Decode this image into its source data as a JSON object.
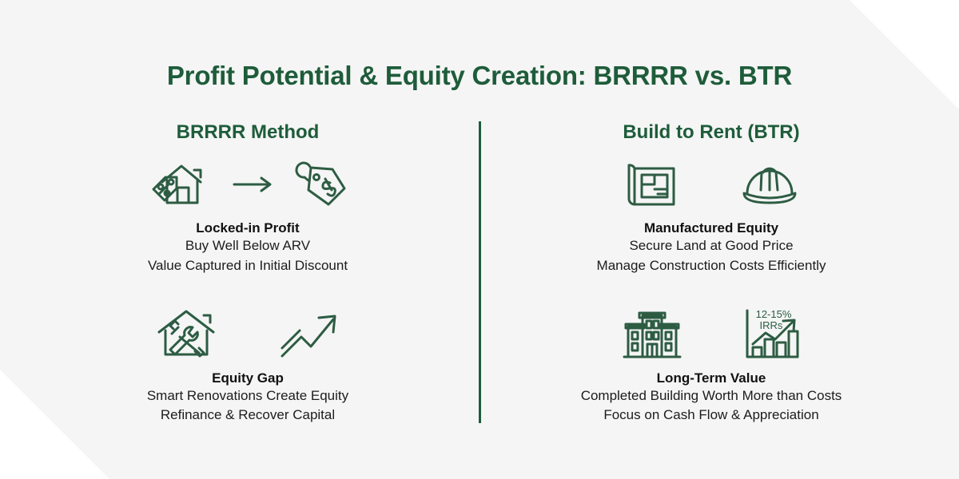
{
  "colors": {
    "background": "#f5f5f5",
    "page": "#ffffff",
    "brand_green": "#1e5c3a",
    "body_text": "#1c1c1c",
    "heading_text": "#111111"
  },
  "header": {
    "title": "Profit Potential & Equity Creation: BRRRR vs. BTR"
  },
  "columns": [
    {
      "id": "brrrr",
      "heading": "BRRRR Method",
      "blocks": [
        {
          "icons": [
            "house-discount-tag-icon",
            "arrow-right-icon",
            "price-tag-dollar-icon"
          ],
          "title": "Locked-in Profit",
          "lines": [
            "Buy Well Below ARV",
            "Value Captured in Initial Discount"
          ]
        },
        {
          "icons": [
            "house-renovation-tools-icon",
            "upward-trend-arrow-icon"
          ],
          "title": "Equity Gap",
          "lines": [
            "Smart Renovations Create Equity",
            "Refinance & Recover Capital"
          ]
        }
      ]
    },
    {
      "id": "btr",
      "heading": "Build to Rent (BTR)",
      "blocks": [
        {
          "icons": [
            "blueprint-floorplan-icon",
            "hard-hat-icon"
          ],
          "title": "Manufactured Equity",
          "lines": [
            "Secure Land at Good Price",
            "Manage Construction Costs Efficiently"
          ]
        },
        {
          "icons": [
            "apartment-building-icon",
            "irr-bar-chart-icon"
          ],
          "title": "Long-Term Value",
          "lines": [
            "Completed Building Worth More than Costs",
            "Focus on Cash Flow & Appreciation"
          ]
        }
      ]
    }
  ],
  "chart_icon": {
    "label_top": "12-15%",
    "label_bottom": "IRRs",
    "bars": [
      1,
      2,
      3,
      4
    ]
  }
}
